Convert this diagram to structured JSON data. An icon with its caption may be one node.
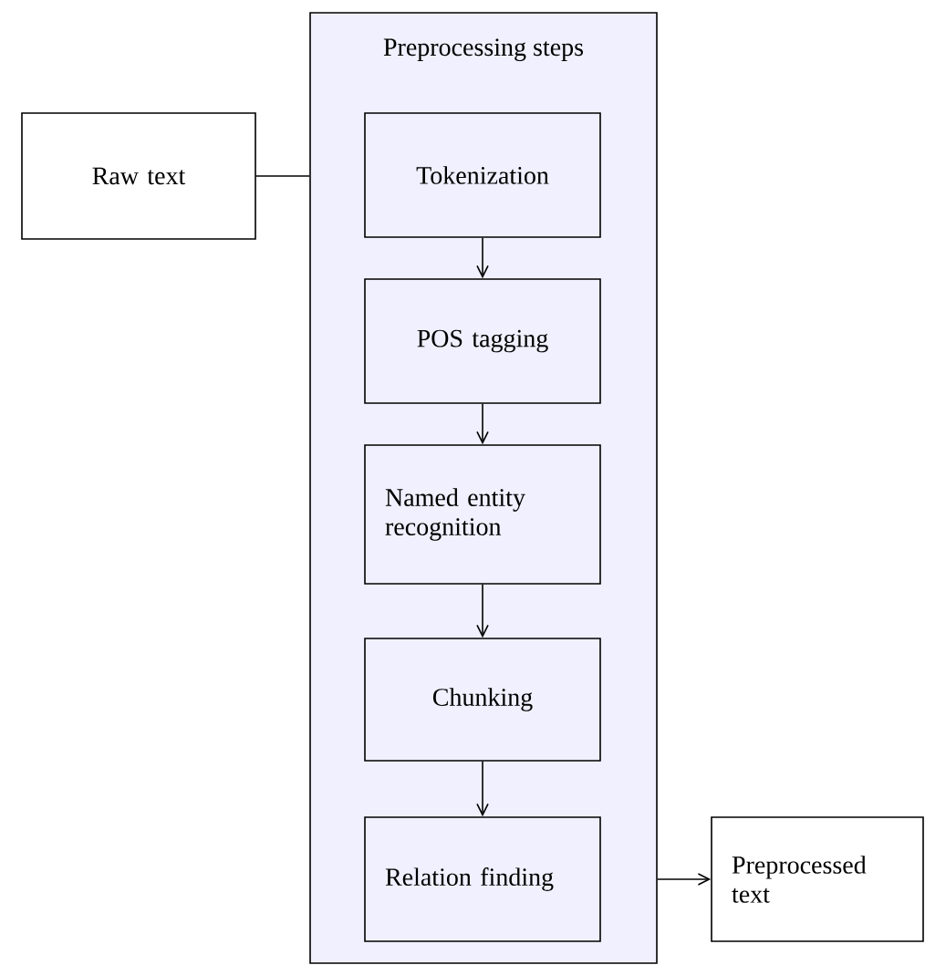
{
  "diagram": {
    "nodes": [
      {
        "text": [
          "Raw text"
        ]
      },
      {
        "text": [
          "Preprocessing steps"
        ]
      },
      {
        "text": [
          "Tokenization"
        ],
        "in": 1
      },
      {
        "text": [
          "POS tagging"
        ],
        "in": 1
      },
      {
        "text": [
          "Named entity recognition"
        ],
        "in": 1
      },
      {
        "text": [
          "Chunking"
        ],
        "in": 1
      },
      {
        "text": [
          "Relation finding"
        ],
        "in": 1
      },
      {
        "text": [
          "Preprocessed text"
        ]
      }
    ],
    "edges": [
      {
        "from": 0,
        "to": 1,
        "arrow": "none"
      },
      {
        "from": 2,
        "to": 3,
        "arrow": "to"
      },
      {
        "from": 3,
        "to": 4,
        "arrow": "to"
      },
      {
        "from": 4,
        "to": 5,
        "arrow": "to"
      },
      {
        "from": 5,
        "to": 6,
        "arrow": "to"
      },
      {
        "from": 1,
        "to": 7,
        "arrow": "to"
      }
    ]
  }
}
